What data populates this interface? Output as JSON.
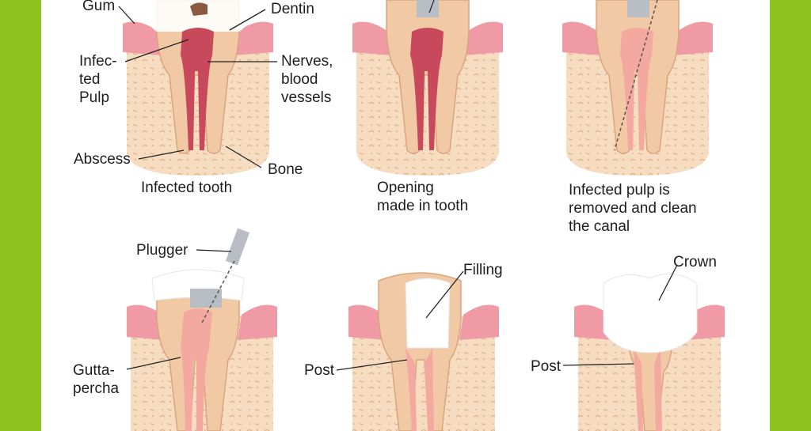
{
  "colors": {
    "frame": "#8dc21f",
    "panel": "#ffffff",
    "bone": "#f6dcc0",
    "bone_dots": "#e2b891",
    "gum": "#ef9aa4",
    "enamel": "#ffffff",
    "dentin": "#f1c9a5",
    "pulp": "#f4a9a0",
    "infected_pulp": "#c8485c",
    "instrument": "#b9bdc4",
    "leader_line": "#222222"
  },
  "panels": [
    {
      "caption": "Infected tooth",
      "labels": {
        "gum": "Gum",
        "dentin": "Dentin",
        "infected_pulp": "Infec-\nted\nPulp",
        "nerves": "Nerves,\nblood\nvessels",
        "abscess": "Abscess",
        "bone": "Bone"
      }
    },
    {
      "caption": "Opening\nmade in tooth",
      "labels": {}
    },
    {
      "caption": "Infected pulp is\nremoved and clean\nthe canal",
      "labels": {}
    },
    {
      "caption": "",
      "labels": {
        "plugger": "Plugger",
        "gutta_percha": "Gutta-\npercha"
      }
    },
    {
      "caption": "",
      "labels": {
        "filling": "Filling",
        "post": "Post"
      }
    },
    {
      "caption": "",
      "labels": {
        "crown": "Crown",
        "post": "Post"
      }
    }
  ]
}
